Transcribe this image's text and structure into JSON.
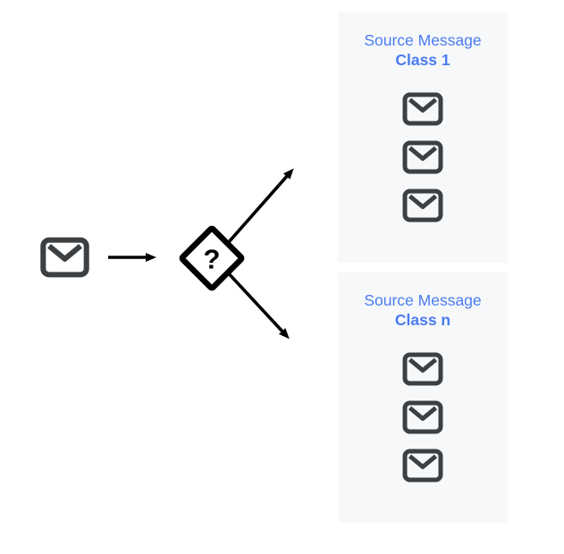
{
  "diagram": {
    "description": "Email routing/classification diagram",
    "input": {
      "icon": "envelope-icon"
    },
    "router": {
      "icon": "decision-diamond-icon",
      "question_mark": "?"
    },
    "panels": [
      {
        "title_line1": "Source Message",
        "title_line2": "Class 1",
        "message_icon": "envelope-icon",
        "message_count": 3
      },
      {
        "title_line1": "Source Message",
        "title_line2": "Class n",
        "message_icon": "envelope-icon",
        "message_count": 3
      }
    ],
    "colors": {
      "accent_blue": "#4a7cf0",
      "panel_background": "#f7f8fa",
      "envelope_gray": "#3c4043",
      "line_black": "#000000"
    }
  }
}
